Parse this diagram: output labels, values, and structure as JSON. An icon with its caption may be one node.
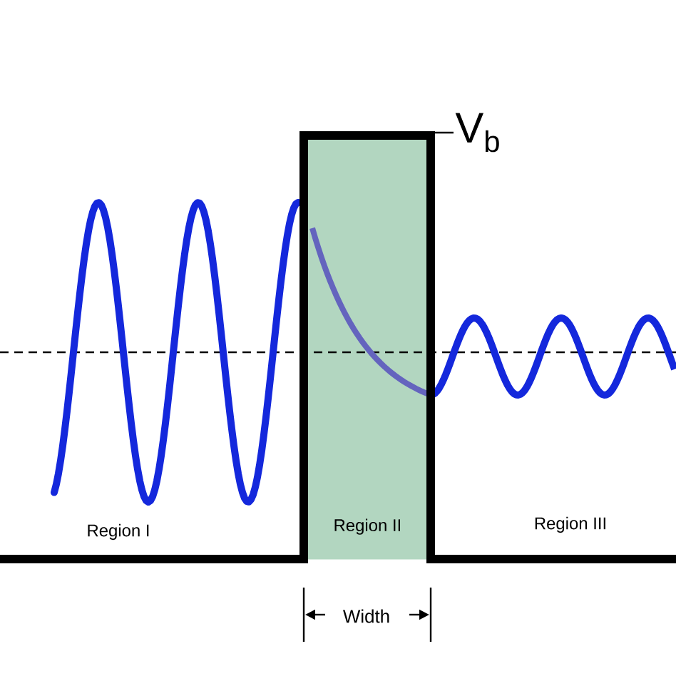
{
  "diagram": {
    "nodes": [
      {
        "text": [
          "Region II"
        ]
      }
    ],
    "labels": [
      "V$_{b}$",
      "Region I",
      "Region III",
      "Width"
    ]
  }
}
